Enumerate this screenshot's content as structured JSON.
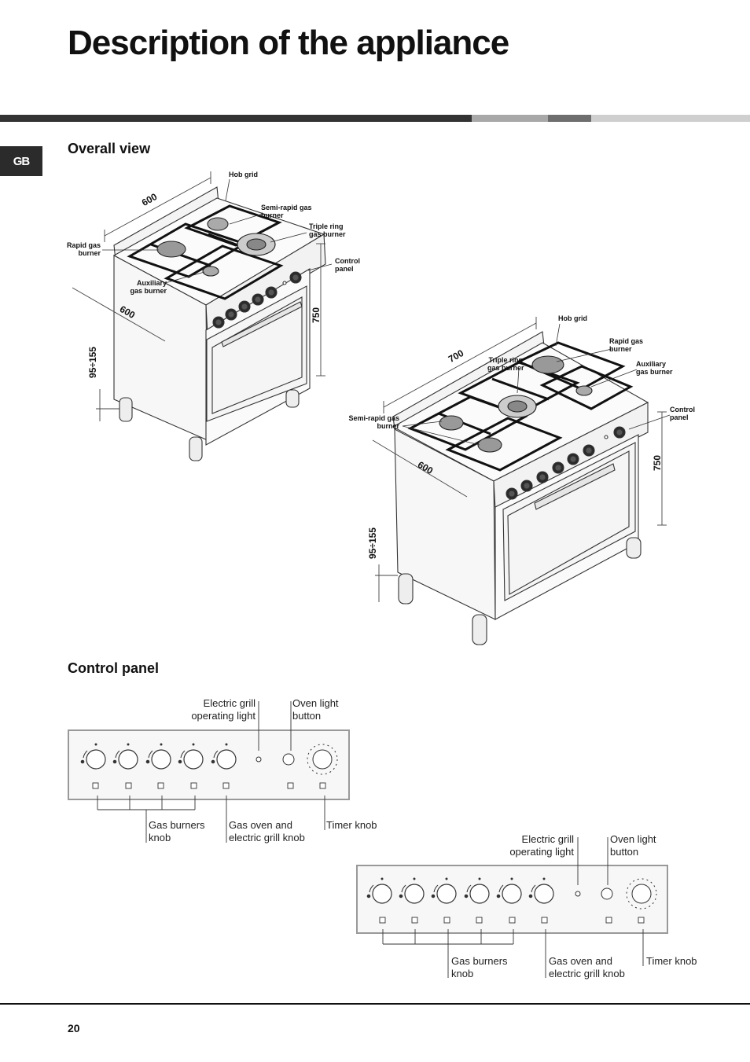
{
  "header": {
    "title": "Description of the appliance",
    "language_tab": "GB"
  },
  "overall_view": {
    "heading": "Overall view",
    "small_cooker": {
      "labels": {
        "hob_grid": "Hob grid",
        "semi_rapid": "Semi-rapid gas\nburner",
        "triple_ring": "Triple ring\ngas burner",
        "rapid": "Rapid gas\nburner",
        "auxiliary": "Auxiliary\ngas burner",
        "control_panel": "Control\npanel"
      },
      "dimensions": {
        "width": "600",
        "depth": "600",
        "height": "750",
        "feet": "95÷155"
      }
    },
    "large_cooker": {
      "labels": {
        "hob_grid": "Hob grid",
        "rapid": "Rapid gas\nburner",
        "triple_ring": "Triple ring\ngas burner",
        "auxiliary": "Auxiliary\ngas burner",
        "control_panel": "Control\npanel",
        "semi_rapid": "Semi-rapid gas\nburner"
      },
      "dimensions": {
        "width": "700",
        "depth": "600",
        "height": "750",
        "feet": "95÷155"
      }
    }
  },
  "control_panel": {
    "heading": "Control panel",
    "panel_a": {
      "electric_grill_light": "Electric grill\noperating light",
      "oven_light_button": "Oven light\nbutton",
      "gas_burners_knob": "Gas burners\nknob",
      "gas_oven_knob": "Gas oven and\nelectric grill knob",
      "timer_knob": "Timer knob"
    },
    "panel_b": {
      "electric_grill_light": "Electric grill\noperating light",
      "oven_light_button": "Oven light\nbutton",
      "gas_burners_knob": "Gas burners\nknob",
      "gas_oven_knob": "Gas oven and\nelectric grill knob",
      "timer_knob": "Timer knob"
    }
  },
  "footer": {
    "page_number": "20"
  }
}
